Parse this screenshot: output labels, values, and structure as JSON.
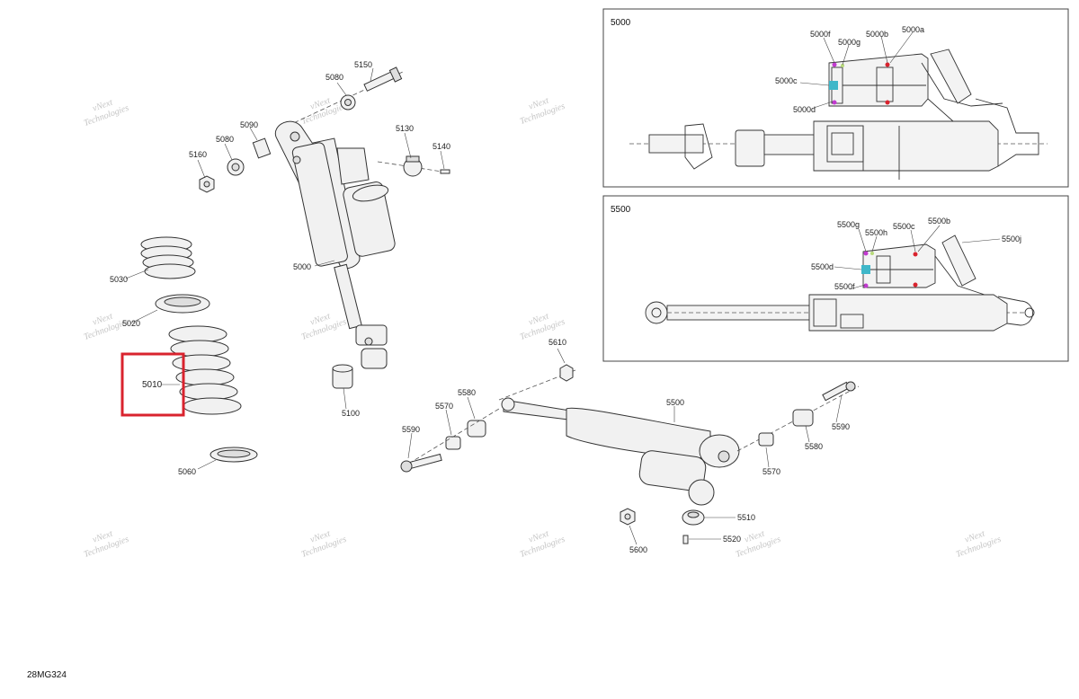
{
  "diagram_code": "28MG324",
  "watermark": {
    "line1": "vNext",
    "line2": "Technologies"
  },
  "highlight": {
    "part": "5010",
    "color": "#d9232e"
  },
  "labels": {
    "5150": "5150",
    "5080a": "5080",
    "5090": "5090",
    "5080b": "5080",
    "5160": "5160",
    "5130": "5130",
    "5140": "5140",
    "5000": "5000",
    "5030": "5030",
    "5020": "5020",
    "5010": "5010",
    "5060": "5060",
    "5100": "5100",
    "5610": "5610",
    "5580a": "5580",
    "5570a": "5570",
    "5590a": "5590",
    "5500": "5500",
    "5590b": "5590",
    "5580b": "5580",
    "5570b": "5570",
    "5510": "5510",
    "5520": "5520",
    "5600": "5600"
  },
  "detail_5000": {
    "title": "5000",
    "labels": {
      "f": "5000f",
      "g": "5000g",
      "b": "5000b",
      "a": "5000a",
      "c": "5000c",
      "d": "5000d"
    }
  },
  "detail_5500": {
    "title": "5500",
    "labels": {
      "g": "5500g",
      "h": "5500h",
      "c": "5500c",
      "b": "5500b",
      "j": "5500j",
      "d": "5500d",
      "f": "5500f"
    }
  }
}
